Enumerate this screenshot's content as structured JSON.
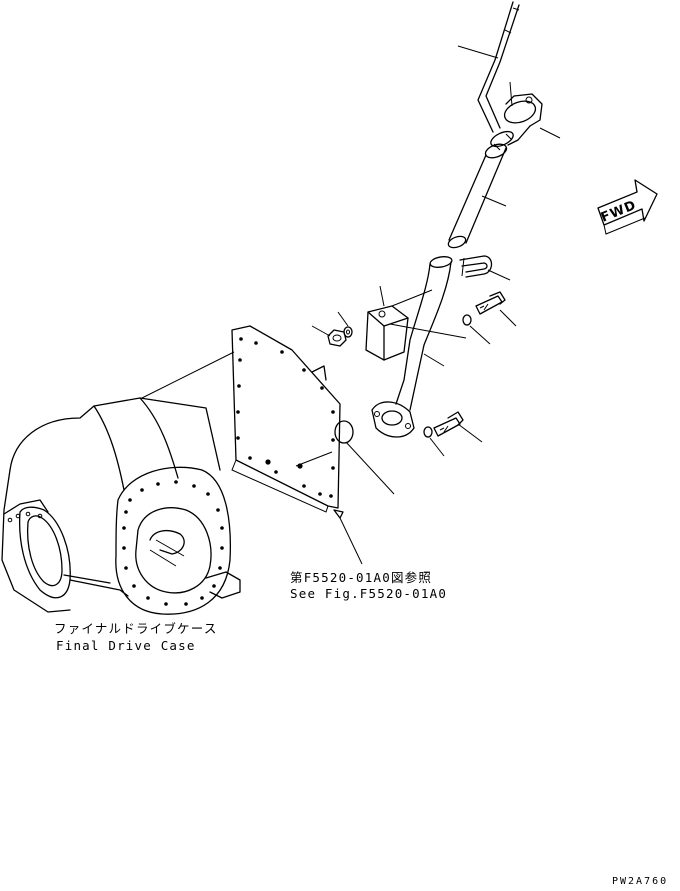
{
  "diagram": {
    "fwd_label": "FWD",
    "reference_jp": "第F5520-01A0図参照",
    "reference_en": "See Fig.F5520-01A0",
    "case_label_jp": "ファイナルドライブケース",
    "case_label_en": "Final Drive Case",
    "drawing_code": "PW2A760"
  }
}
